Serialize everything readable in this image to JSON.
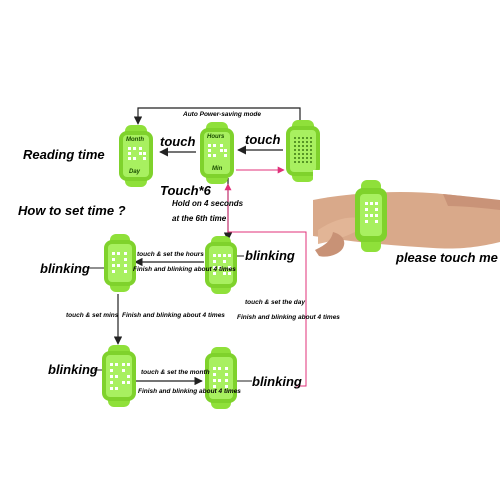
{
  "labels": {
    "auto_mode": "Auto Power-saving mode",
    "touch_left": "touch",
    "touch_right": "touch",
    "reading_time": "Reading time",
    "how_to_set": "How to set time ?",
    "touch6": "Touch*6",
    "hold1": "Hold on 4 seconds",
    "hold2": "at the 6th time",
    "set_hours": "touch & set the hours",
    "finish_hours": "Finish and blinking about 4 times",
    "blinking_1": "blinking",
    "blinking_2": "blinking",
    "set_mins": "touch & set mins",
    "finish_mins": "Finish and blinking about 4 times",
    "set_day": "touch & set the day",
    "finish_day": "Finish and blinking about 4 times",
    "blinking_3": "blinking",
    "set_month": "touch & set the month",
    "finish_month": "Finish and blinking about 4 times",
    "blinking_4": "blinking",
    "please_touch": "please touch me"
  },
  "faces": {
    "month": "Month",
    "day": "Day",
    "hours": "Hours",
    "min": "Min"
  },
  "colors": {
    "watch_green": "#8fe03a",
    "watch_dark": "#5fb81c",
    "arrow_black": "#222222",
    "arrow_pink": "#e0307a",
    "skin": "#d9a98a"
  }
}
